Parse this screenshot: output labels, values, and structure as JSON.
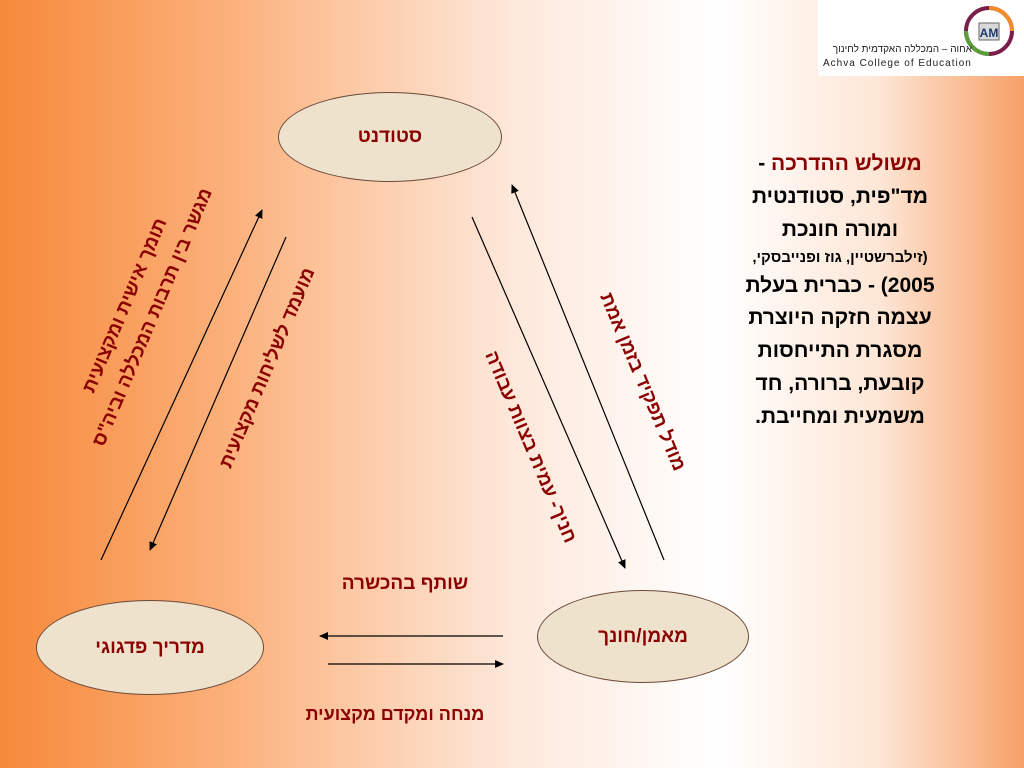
{
  "logo": {
    "hebrew": "אחוה – המכללה האקדמית לחינוך",
    "english": "Achva College of Education",
    "mark": "AM"
  },
  "nodes": {
    "student": "סטודנט",
    "mentor": "מאמן/חונך",
    "guide": "מדריך פדגוגי"
  },
  "edge_labels": {
    "guide_support_line1": "תומך אישית ומקצועית",
    "guide_support_line2": "מגשר בין תרבות המכללה וביה\"ס",
    "student_toward_mission": "מועמד לשליחות מקצועית",
    "mentor_role_model": "מודל תפקיד בזמן אמת",
    "student_team_member": "חניך- עמית בצוות עבודה",
    "training_partnership": "שותף בהכשרה",
    "professional_leader": "מנחה ומקדם מקצועית"
  },
  "side_text": {
    "title": "משולש ההדרכה",
    "dash": " -",
    "line1": "מד\"פית, סטודנטית",
    "line2": "ומורה חונכת",
    "citation": "(זילברשטיין, גוז ופנייבסקי,",
    "line4": "2005) - כברית בעלת",
    "line5": "עצמה חזקה היוצרת",
    "line6": "מסגרת התייחסות",
    "line7": "קובעת, ברורה, חד",
    "line8": "משמעית ומחייבת."
  },
  "colors": {
    "node_fill": "#efe2cd",
    "label_color": "#8b0000",
    "arrow_color": "#000000"
  }
}
